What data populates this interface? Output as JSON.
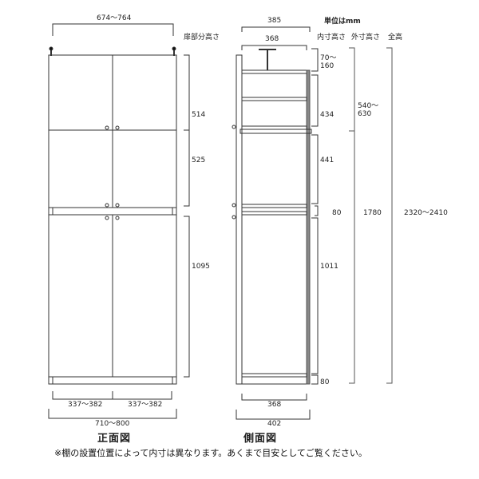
{
  "unit_label": "単位はmm",
  "headers": {
    "door_height": "扉部分高さ",
    "inner_height": "内寸高さ",
    "outer_height": "外寸高さ",
    "total_height": "全高"
  },
  "front_view": {
    "caption": "正面図",
    "top_width": "674〜764",
    "door_heights": [
      "514",
      "525",
      "1095"
    ],
    "door_widths": [
      "337〜382",
      "337〜382"
    ],
    "overall_width": "710〜800"
  },
  "side_view": {
    "caption": "側面図",
    "top_outer_depth": "385",
    "top_inner_depth": "368",
    "bottom_inner_depth": "368",
    "bottom_outer_depth": "402",
    "inner_heights": [
      "70〜\n160",
      "434",
      "441",
      "80",
      "1011",
      "80"
    ],
    "outer_heights": [
      "540〜\n630",
      "1780"
    ],
    "total_height": "2320〜2410"
  },
  "note": "※棚の設置位置によって内寸は異なります。あくまで目安としてご覧ください。",
  "colors": {
    "line": "#333333",
    "panel_gray": "#888888",
    "bracket": "#555555"
  }
}
